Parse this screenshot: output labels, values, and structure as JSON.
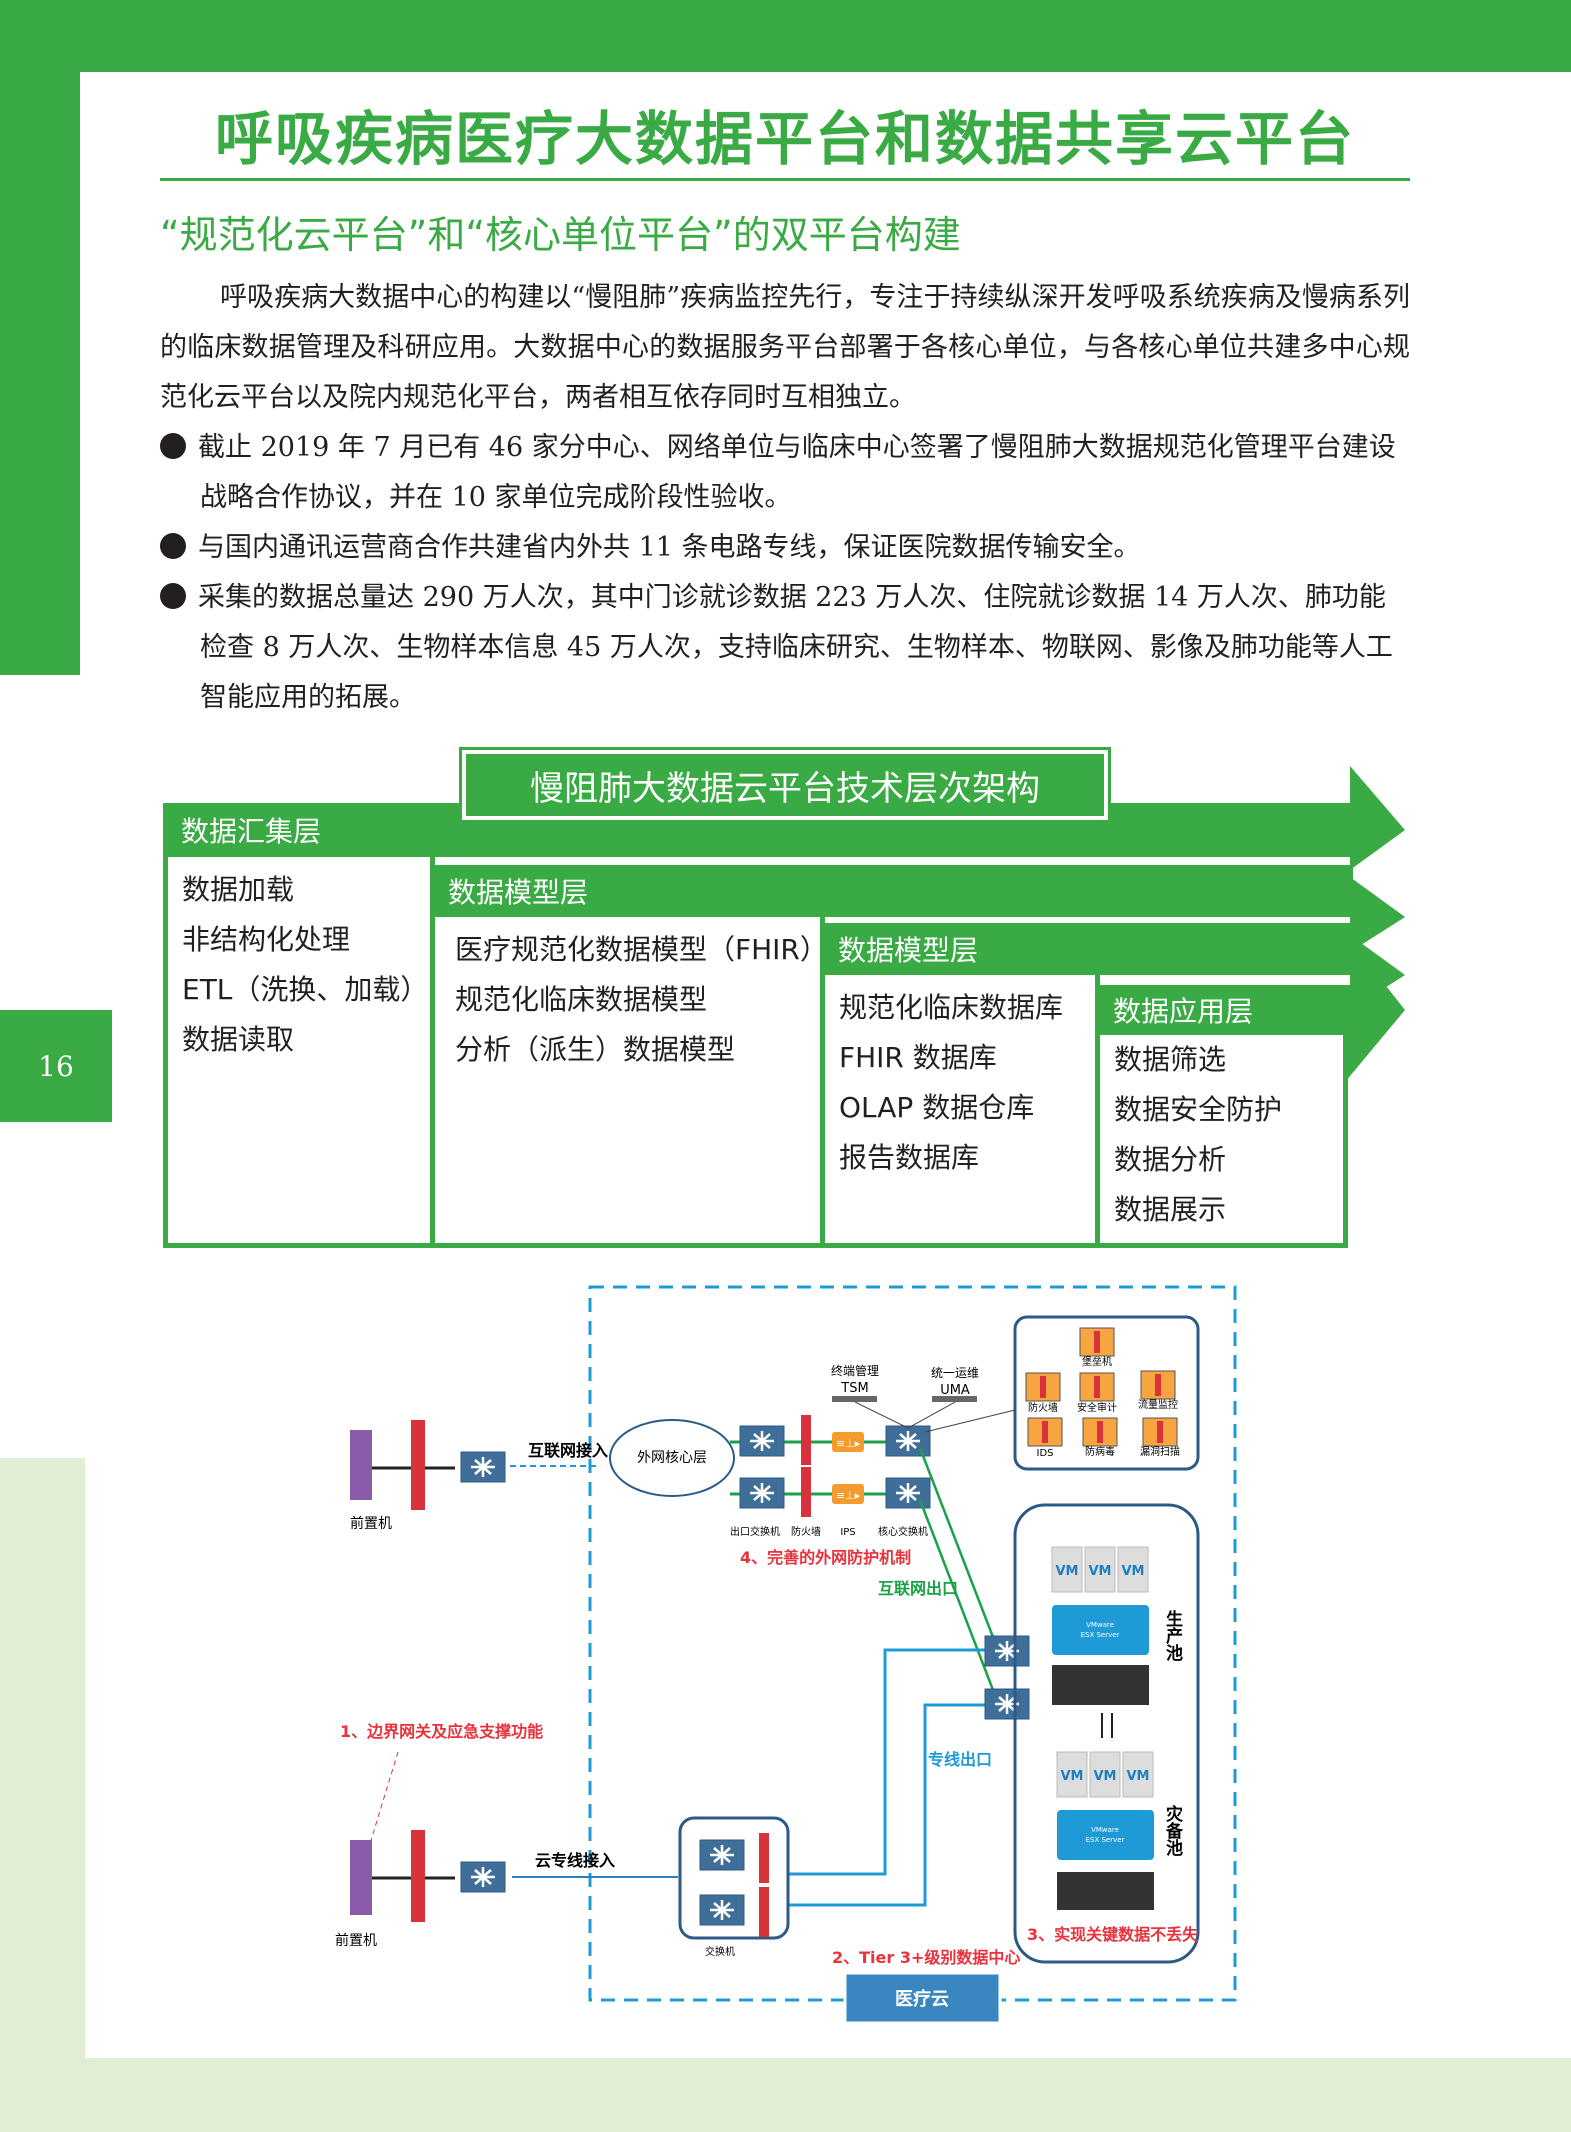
{
  "page": {
    "title": "呼吸疾病医疗大数据平台和数据共享云平台",
    "subtitle": "“规范化云平台”和“核心单位平台”的双平台构建",
    "page_number": "16"
  },
  "intro": "呼吸疾病大数据中心的构建以“慢阻肺”疾病监控先行，专注于持续纵深开发呼吸系统疾病及慢病系列的临床数据管理及科研应用。大数据中心的数据服务平台部署于各核心单位，与各核心单位共建多中心规范化云平台以及院内规范化平台，两者相互依存同时互相独立。",
  "bullets": [
    "截止 2019 年 7 月已有 46 家分中心、网络单位与临床中心签署了慢阻肺大数据规范化管理平台建设战略合作协议，并在 10 家单位完成阶段性验收。",
    "与国内通讯运营商合作共建省内外共 11 条电路专线，保证医院数据传输安全。",
    "采集的数据总量达 290 万人次，其中门诊就诊数据 223 万人次、住院就诊数据 14 万人次、肺功能检查 8 万人次、生物样本信息 45 万人次，支持临床研究、生物样本、物联网、影像及肺功能等人工智能应用的拓展。"
  ],
  "architecture": {
    "title": "慢阻肺大数据云平台技术层次架构",
    "layers": [
      {
        "name": "数据汇集层",
        "items": [
          "数据加载",
          "非结构化处理",
          "ETL（洗换、加载）",
          "数据读取"
        ]
      },
      {
        "name": "数据模型层",
        "items": [
          "医疗规范化数据模型（FHIR）",
          "规范化临床数据模型",
          "分析（派生）数据模型"
        ]
      },
      {
        "name": "数据模型层",
        "items": [
          "规范化临床数据库",
          "FHIR 数据库",
          "OLAP 数据仓库",
          "报告数据库"
        ]
      },
      {
        "name": "数据应用层",
        "items": [
          "数据筛选",
          "数据安全防护",
          "数据分析",
          "数据展示"
        ]
      }
    ]
  },
  "network": {
    "front_machine": "前置机",
    "internet_access": "互联网接入",
    "cloud": "外网核心层",
    "tsm": [
      "终端管理",
      "TSM"
    ],
    "uma": [
      "统一运维",
      "UMA"
    ],
    "device_labels": [
      "出口交换机",
      "防火墙",
      "IPS",
      "核心交换机"
    ],
    "security": [
      "堡垒机",
      "防火墙",
      "安全审计",
      "流量监控",
      "IDS",
      "防病毒",
      "漏洞扫描"
    ],
    "note4": "4、完善的外网防护机制",
    "internet_exit": "互联网出口",
    "dedicated_exit": "专线出口",
    "note1": "1、边界网关及应急支撑功能",
    "cloud_line_access": "云专线接入",
    "switch": "交换机",
    "note2": "2、Tier 3+级别数据中心",
    "medical_cloud": "医疗云",
    "note3": "3、实现关键数据不丢失",
    "vm": "VM",
    "esx": [
      "VMware",
      "ESX Server"
    ],
    "production_pool": "生产池",
    "backup_pool": "灾备池",
    "colors": {
      "green": "#3aaa45",
      "red": "#e8323c",
      "blue": "#1e9bd7",
      "navy": "#2b5a86"
    }
  }
}
